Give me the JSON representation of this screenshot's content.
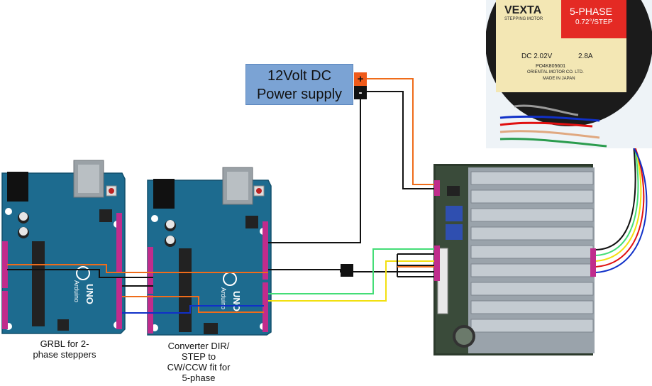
{
  "power_supply": {
    "line1": "12Volt DC",
    "line2": "Power supply",
    "plus_symbol": "+",
    "minus_symbol": "-"
  },
  "arduino_left": {
    "caption_line1": "GRBL for 2-",
    "caption_line2": "phase steppers",
    "brand": "Arduino",
    "model": "UNO"
  },
  "arduino_right": {
    "caption_line1": "Converter DIR/",
    "caption_line2": "STEP to",
    "caption_line3": "CW/CCW fit for",
    "caption_line4": "5-phase",
    "brand": "Arduino",
    "model": "UNO"
  },
  "motor_label": {
    "brand": "VEXTA",
    "brand_sub": "STEPPING MOTOR",
    "phase": "5-PHASE",
    "step": "0.72°/STEP",
    "voltage": "DC  2.02V",
    "current": "2.8A",
    "model_no": "PO4K805601",
    "maker": "ORIENTAL MOTOR CO. LTD.",
    "origin": "MADE IN JAPAN"
  },
  "colors": {
    "board_blue": "#1d6b8f",
    "board_dark": "#13506d",
    "header_pink": "#c02c8c",
    "wire_orange": "#ef6c1a",
    "wire_black": "#111111",
    "wire_green": "#44dd77",
    "wire_yellow": "#f2e010",
    "wire_blue": "#1030c8",
    "wire_red": "#e01010",
    "psu_fill": "#7ba3d4",
    "motor_label_red": "#e42a24",
    "motor_label_cream": "#f3e7b4"
  }
}
